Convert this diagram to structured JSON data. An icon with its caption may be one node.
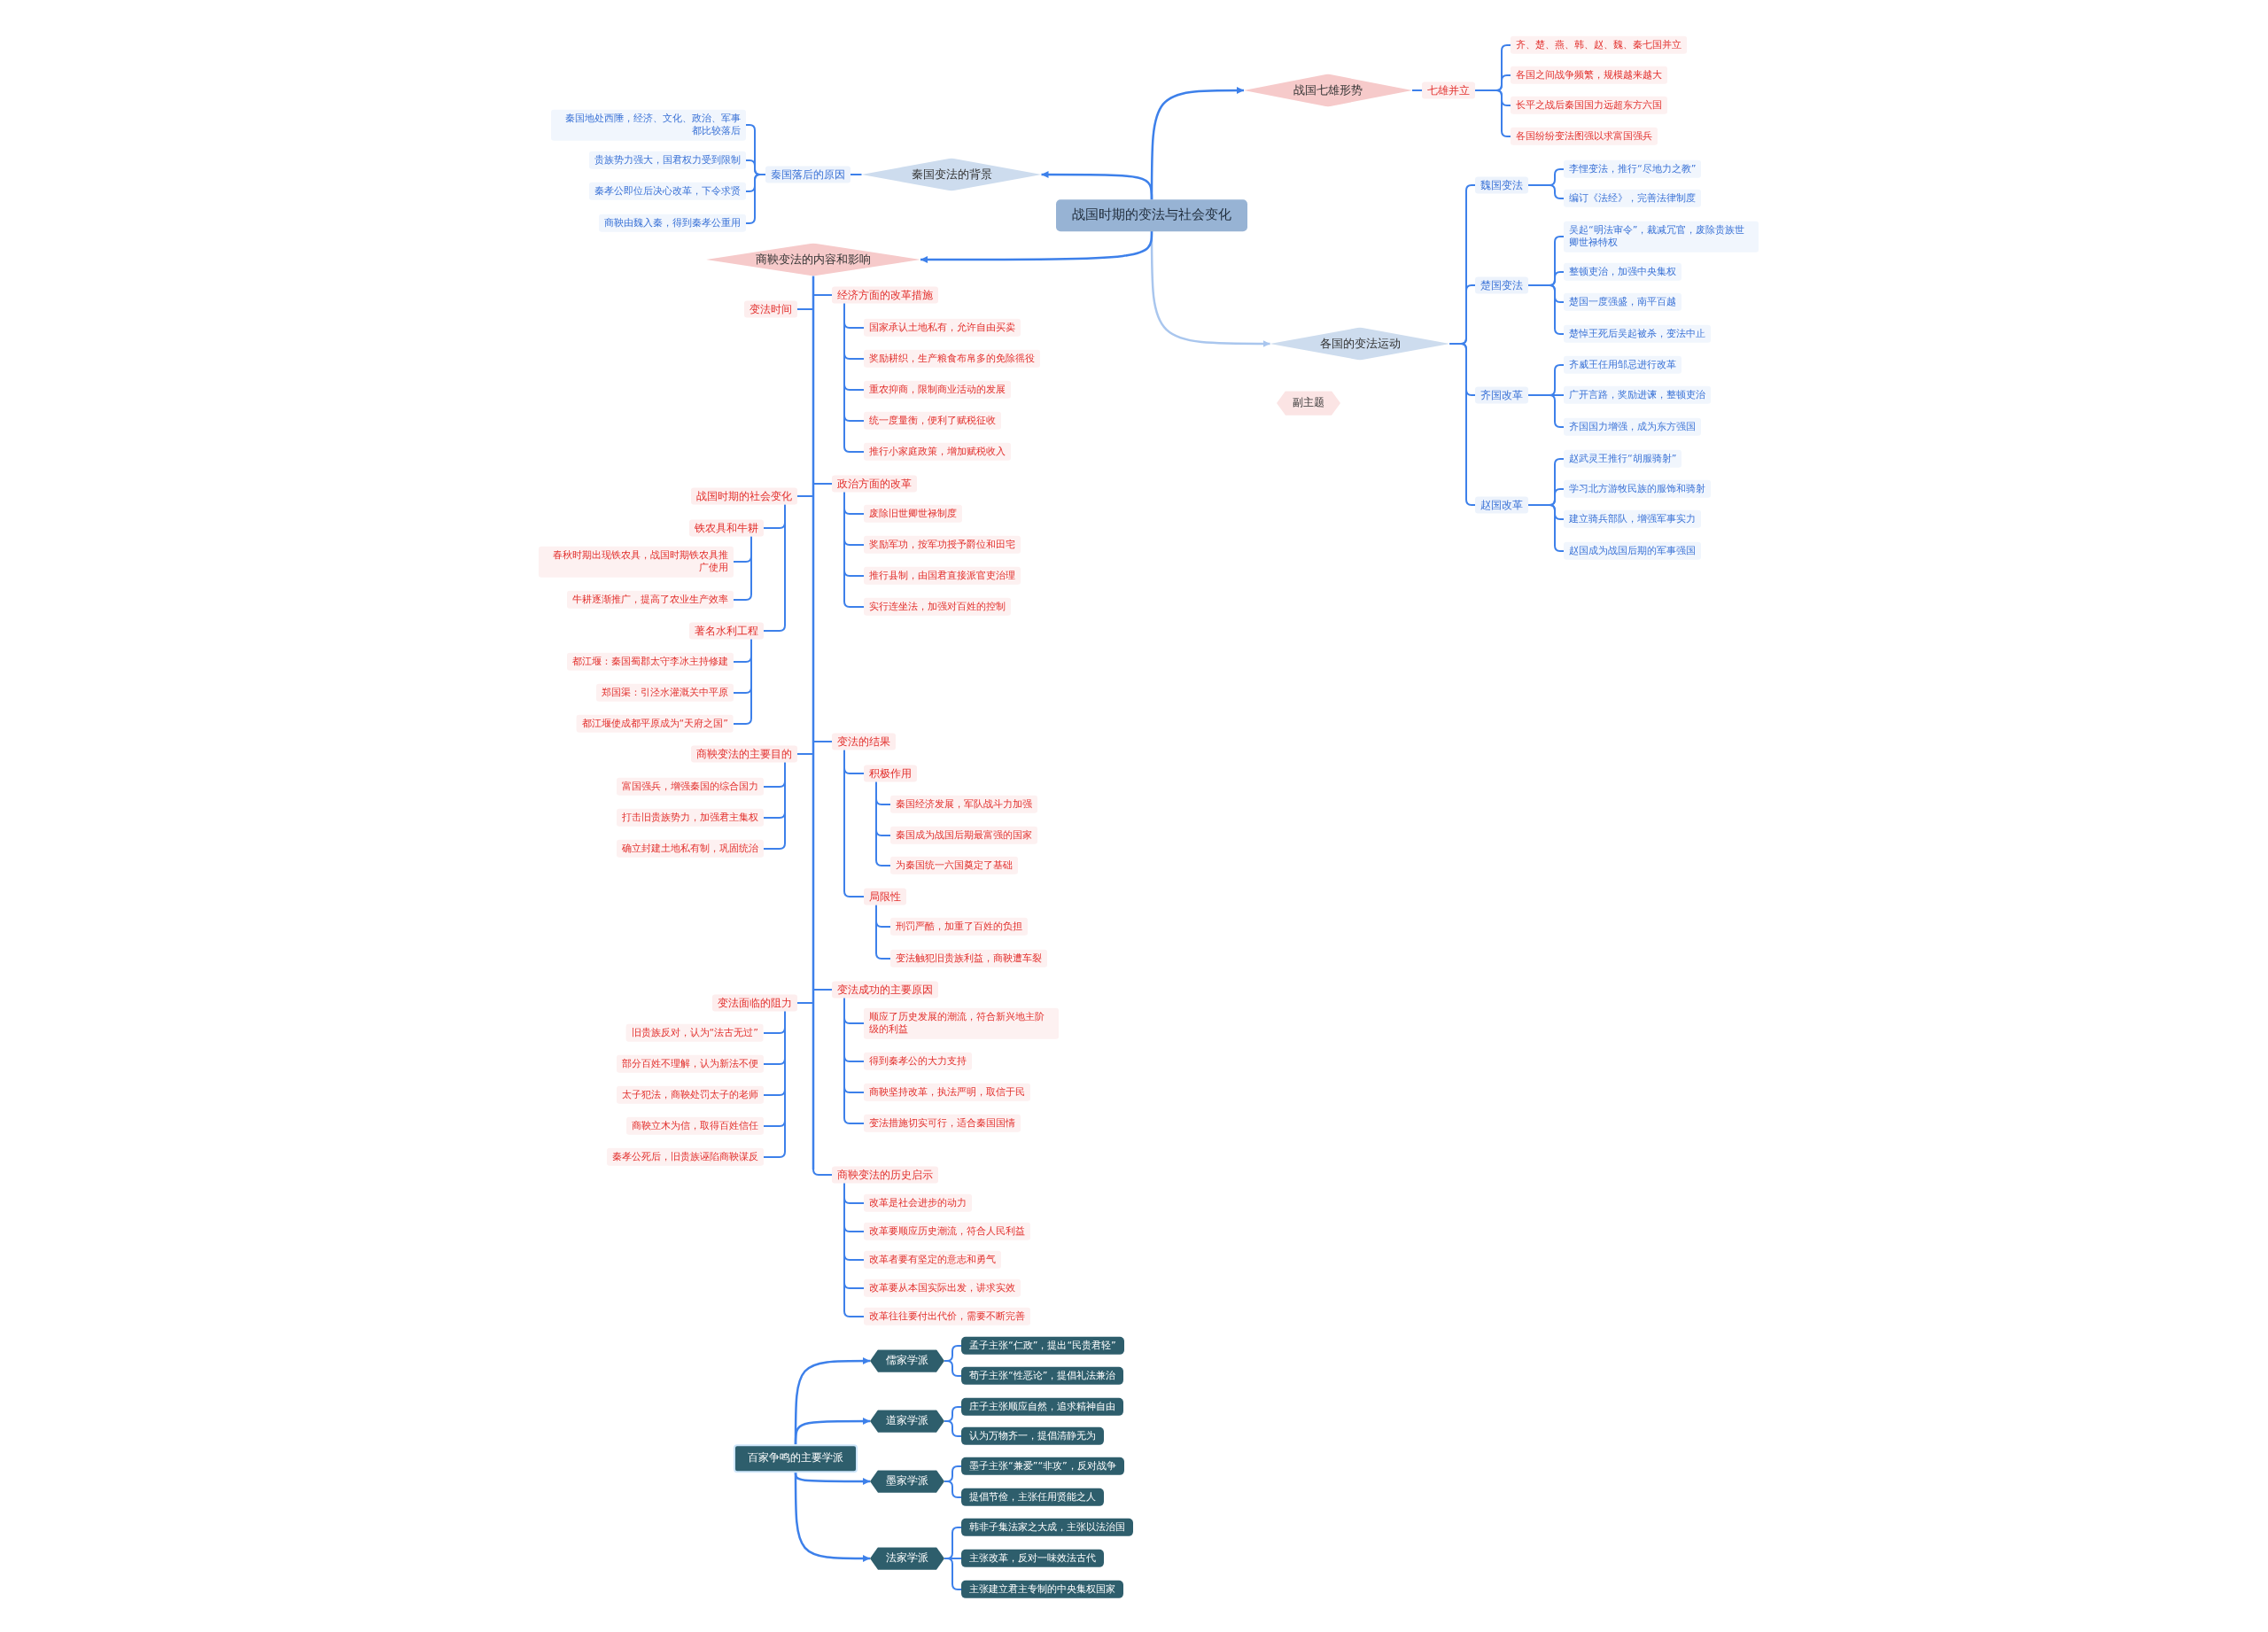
{
  "diagram": {
    "nodes": [
      {
        "text": [
          "战国时期的变法与社会变化"
        ]
      },
      {
        "text": [
          "战国七雄形势"
        ]
      },
      {
        "text": [
          "七雄并立"
        ]
      },
      {
        "text": [
          "齐、楚、燕、韩、赵、魏、秦七国并立"
        ]
      },
      {
        "text": [
          "各国之间战争频繁，规模越来越大"
        ]
      },
      {
        "text": [
          "长平之战后秦国国力远超东方六国"
        ]
      },
      {
        "text": [
          "各国纷纷变法图强以求富国强兵"
        ]
      },
      {
        "text": [
          "各国的变法运动"
        ]
      },
      {
        "text": [
          "魏国变法"
        ]
      },
      {
        "text": [
          "李悝变法，推行“尽地力之教”"
        ]
      },
      {
        "text": [
          "编订《法经》，完善法律制度"
        ]
      },
      {
        "text": [
          "楚国变法"
        ]
      },
      {
        "text": [
          "吴起“明法审令”，裁减冗官，废除贵族世卿世禄特权"
        ]
      },
      {
        "text": [
          "整顿吏治，加强中央集权"
        ]
      },
      {
        "text": [
          "楚国一度强盛，南平百越"
        ]
      },
      {
        "text": [
          "楚悼王死后吴起被杀，变法中止"
        ]
      },
      {
        "text": [
          "齐国改革"
        ]
      },
      {
        "text": [
          "齐威王任用邹忌进行改革"
        ]
      },
      {
        "text": [
          "广开言路，奖励进谏，整顿吏治"
        ]
      },
      {
        "text": [
          "齐国国力增强，成为东方强国"
        ]
      },
      {
        "text": [
          "赵国改革"
        ]
      },
      {
        "text": [
          "赵武灵王推行“胡服骑射”"
        ]
      },
      {
        "text": [
          "学习北方游牧民族的服饰和骑射"
        ]
      },
      {
        "text": [
          "建立骑兵部队，增强军事实力"
        ]
      },
      {
        "text": [
          "赵国成为战国后期的军事强国"
        ]
      },
      {
        "text": [
          "副主题"
        ]
      },
      {
        "text": [
          "秦国变法的背景"
        ]
      },
      {
        "text": [
          "秦国落后的原因"
        ]
      },
      {
        "text": [
          "秦国地处西陲，经济、文化、政治、军事都比较落后"
        ]
      },
      {
        "text": [
          "贵族势力强大，国君权力受到限制"
        ]
      },
      {
        "text": [
          "秦孝公即位后决心改革，下令求贤"
        ]
      },
      {
        "text": [
          "商鞅由魏入秦，得到秦孝公重用"
        ]
      },
      {
        "text": [
          "商鞅变法的内容和影响"
        ]
      },
      {
        "text": [
          "经济方面的改革措施"
        ]
      },
      {
        "text": [
          "国家承认土地私有，允许自由买卖"
        ]
      },
      {
        "text": [
          "奖励耕织，生产粮食布帛多的免除徭役"
        ]
      },
      {
        "text": [
          "重农抑商，限制商业活动的发展"
        ]
      },
      {
        "text": [
          "统一度量衡，便利了赋税征收"
        ]
      },
      {
        "text": [
          "推行小家庭政策，增加赋税收入"
        ]
      },
      {
        "text": [
          "变法时间"
        ]
      },
      {
        "text": [
          "政治方面的改革"
        ]
      },
      {
        "text": [
          "废除旧世卿世禄制度"
        ]
      },
      {
        "text": [
          "奖励军功，按军功授予爵位和田宅"
        ]
      },
      {
        "text": [
          "推行县制，由国君直接派官吏治理"
        ]
      },
      {
        "text": [
          "实行连坐法，加强对百姓的控制"
        ]
      },
      {
        "text": [
          "战国时期的社会变化"
        ]
      },
      {
        "text": [
          "铁农具和牛耕"
        ]
      },
      {
        "text": [
          "春秋时期出现铁农具，战国时期铁农具推广使用"
        ]
      },
      {
        "text": [
          "牛耕逐渐推广，提高了农业生产效率"
        ]
      },
      {
        "text": [
          "著名水利工程"
        ]
      },
      {
        "text": [
          "都江堰：秦国蜀郡太守李冰主持修建"
        ]
      },
      {
        "text": [
          "郑国渠：引泾水灌溉关中平原"
        ]
      },
      {
        "text": [
          "都江堰使成都平原成为“天府之国”"
        ]
      },
      {
        "text": [
          "变法的结果"
        ]
      },
      {
        "text": [
          "积极作用"
        ]
      },
      {
        "text": [
          "秦国经济发展，军队战斗力加强"
        ]
      },
      {
        "text": [
          "秦国成为战国后期最富强的国家"
        ]
      },
      {
        "text": [
          "为秦国统一六国奠定了基础"
        ]
      },
      {
        "text": [
          "局限性"
        ]
      },
      {
        "text": [
          "刑罚严酷，加重了百姓的负担"
        ]
      },
      {
        "text": [
          "变法触犯旧贵族利益，商鞅遭车裂"
        ]
      },
      {
        "text": [
          "商鞅变法的主要目的"
        ]
      },
      {
        "text": [
          "富国强兵，增强秦国的综合国力"
        ]
      },
      {
        "text": [
          "打击旧贵族势力，加强君主集权"
        ]
      },
      {
        "text": [
          "确立封建土地私有制，巩固统治"
        ]
      },
      {
        "text": [
          "变法成功的主要原因"
        ]
      },
      {
        "text": [
          "顺应了历史发展的潮流，符合新兴地主阶级的利益"
        ]
      },
      {
        "text": [
          "得到秦孝公的大力支持"
        ]
      },
      {
        "text": [
          "商鞅坚持改革，执法严明，取信于民"
        ]
      },
      {
        "text": [
          "变法措施切实可行，适合秦国国情"
        ]
      },
      {
        "text": [
          "变法面临的阻力"
        ]
      },
      {
        "text": [
          "旧贵族反对，认为“法古无过”"
        ]
      },
      {
        "text": [
          "部分百姓不理解，认为新法不便"
        ]
      },
      {
        "text": [
          "太子犯法，商鞅处罚太子的老师"
        ]
      },
      {
        "text": [
          "商鞅立木为信，取得百姓信任"
        ]
      },
      {
        "text": [
          "秦孝公死后，旧贵族诬陷商鞅谋反"
        ]
      },
      {
        "text": [
          "商鞅变法的历史启示"
        ]
      },
      {
        "text": [
          "改革是社会进步的动力"
        ]
      },
      {
        "text": [
          "改革要顺应历史潮流，符合人民利益"
        ]
      },
      {
        "text": [
          "改革者要有坚定的意志和勇气"
        ]
      },
      {
        "text": [
          "改革要从本国实际出发，讲求实效"
        ]
      },
      {
        "text": [
          "改革往往要付出代价，需要不断完善"
        ]
      },
      {
        "text": [
          "百家争鸣的主要学派"
        ]
      },
      {
        "text": [
          "儒家学派"
        ]
      },
      {
        "text": [
          "孟子主张“仁政”，提出“民贵君轻”"
        ]
      },
      {
        "text": [
          "荀子主张“性恶论”，提倡礼法兼治"
        ]
      },
      {
        "text": [
          "道家学派"
        ]
      },
      {
        "text": [
          "庄子主张顺应自然，追求精神自由"
        ]
      },
      {
        "text": [
          "认为万物齐一，提倡清静无为"
        ]
      },
      {
        "text": [
          "墨家学派"
        ]
      },
      {
        "text": [
          "墨子主张“兼爱”“非攻”，反对战争"
        ]
      },
      {
        "text": [
          "提倡节俭，主张任用贤能之人"
        ]
      },
      {
        "text": [
          "法家学派"
        ]
      },
      {
        "text": [
          "韩非子集法家之大成，主张以法治国"
        ]
      },
      {
        "text": [
          "主张改革，反对一味效法古代"
        ]
      },
      {
        "text": [
          "主张建立君主专制的中央集权国家"
        ]
      }
    ],
    "edges": [
      {
        "from": 0,
        "to": 1,
        "arrow": "to"
      },
      {
        "from": 0,
        "to": 7,
        "arrow": "to",
        "color": "#a9c6ee"
      },
      {
        "from": 0,
        "to": 26,
        "arrow": "to"
      },
      {
        "from": 0,
        "to": 32,
        "arrow": "to"
      },
      {
        "from": 1,
        "to": 2,
        "arrow": "none"
      },
      {
        "from": 2,
        "to": 3,
        "arrow": "none"
      },
      {
        "from": 2,
        "to": 4,
        "arrow": "none"
      },
      {
        "from": 2,
        "to": 5,
        "arrow": "none"
      },
      {
        "from": 2,
        "to": 6,
        "arrow": "none"
      },
      {
        "from": 7,
        "to": 8,
        "arrow": "none"
      },
      {
        "from": 7,
        "to": 11,
        "arrow": "none"
      },
      {
        "from": 7,
        "to": 16,
        "arrow": "none"
      },
      {
        "from": 7,
        "to": 20,
        "arrow": "none"
      },
      {
        "from": 8,
        "to": 9,
        "arrow": "none"
      },
      {
        "from": 8,
        "to": 10,
        "arrow": "none"
      },
      {
        "from": 11,
        "to": 12,
        "arrow": "none"
      },
      {
        "from": 11,
        "to": 13,
        "arrow": "none"
      },
      {
        "from": 11,
        "to": 14,
        "arrow": "none"
      },
      {
        "from": 11,
        "to": 15,
        "arrow": "none"
      },
      {
        "from": 16,
        "to": 17,
        "arrow": "none"
      },
      {
        "from": 16,
        "to": 18,
        "arrow": "none"
      },
      {
        "from": 16,
        "to": 19,
        "arrow": "none"
      },
      {
        "from": 20,
        "to": 21,
        "arrow": "none"
      },
      {
        "from": 20,
        "to": 22,
        "arrow": "none"
      },
      {
        "from": 20,
        "to": 23,
        "arrow": "none"
      },
      {
        "from": 20,
        "to": 24,
        "arrow": "none"
      },
      {
        "from": 26,
        "to": 27,
        "arrow": "none"
      },
      {
        "from": 27,
        "to": 28,
        "arrow": "none"
      },
      {
        "from": 27,
        "to": 29,
        "arrow": "none"
      },
      {
        "from": 27,
        "to": 30,
        "arrow": "none"
      },
      {
        "from": 27,
        "to": 31,
        "arrow": "none"
      },
      {
        "from": 32,
        "to": 33,
        "arrow": "none"
      },
      {
        "from": 32,
        "to": 39,
        "arrow": "none"
      },
      {
        "from": 32,
        "to": 40,
        "arrow": "none"
      },
      {
        "from": 32,
        "to": 45,
        "arrow": "none"
      },
      {
        "from": 32,
        "to": 53,
        "arrow": "none"
      },
      {
        "from": 32,
        "to": 61,
        "arrow": "none"
      },
      {
        "from": 32,
        "to": 65,
        "arrow": "none"
      },
      {
        "from": 32,
        "to": 70,
        "arrow": "none"
      },
      {
        "from": 32,
        "to": 76,
        "arrow": "none"
      },
      {
        "from": 33,
        "to": 34,
        "arrow": "none"
      },
      {
        "from": 33,
        "to": 35,
        "arrow": "none"
      },
      {
        "from": 33,
        "to": 36,
        "arrow": "none"
      },
      {
        "from": 33,
        "to": 37,
        "arrow": "none"
      },
      {
        "from": 33,
        "to": 38,
        "arrow": "none"
      },
      {
        "from": 40,
        "to": 41,
        "arrow": "none"
      },
      {
        "from": 40,
        "to": 42,
        "arrow": "none"
      },
      {
        "from": 40,
        "to": 43,
        "arrow": "none"
      },
      {
        "from": 40,
        "to": 44,
        "arrow": "none"
      },
      {
        "from": 45,
        "to": 46,
        "arrow": "none"
      },
      {
        "from": 45,
        "to": 49,
        "arrow": "none"
      },
      {
        "from": 46,
        "to": 47,
        "arrow": "none"
      },
      {
        "from": 46,
        "to": 48,
        "arrow": "none"
      },
      {
        "from": 49,
        "to": 50,
        "arrow": "none"
      },
      {
        "from": 49,
        "to": 51,
        "arrow": "none"
      },
      {
        "from": 49,
        "to": 52,
        "arrow": "none"
      },
      {
        "from": 53,
        "to": 54,
        "arrow": "none"
      },
      {
        "from": 53,
        "to": 58,
        "arrow": "none"
      },
      {
        "from": 54,
        "to": 55,
        "arrow": "none"
      },
      {
        "from": 54,
        "to": 56,
        "arrow": "none"
      },
      {
        "from": 54,
        "to": 57,
        "arrow": "none"
      },
      {
        "from": 58,
        "to": 59,
        "arrow": "none"
      },
      {
        "from": 58,
        "to": 60,
        "arrow": "none"
      },
      {
        "from": 61,
        "to": 62,
        "arrow": "none"
      },
      {
        "from": 61,
        "to": 63,
        "arrow": "none"
      },
      {
        "from": 61,
        "to": 64,
        "arrow": "none"
      },
      {
        "from": 65,
        "to": 66,
        "arrow": "none"
      },
      {
        "from": 65,
        "to": 67,
        "arrow": "none"
      },
      {
        "from": 65,
        "to": 68,
        "arrow": "none"
      },
      {
        "from": 65,
        "to": 69,
        "arrow": "none"
      },
      {
        "from": 70,
        "to": 71,
        "arrow": "none"
      },
      {
        "from": 70,
        "to": 72,
        "arrow": "none"
      },
      {
        "from": 70,
        "to": 73,
        "arrow": "none"
      },
      {
        "from": 70,
        "to": 74,
        "arrow": "none"
      },
      {
        "from": 70,
        "to": 75,
        "arrow": "none"
      },
      {
        "from": 76,
        "to": 77,
        "arrow": "none"
      },
      {
        "from": 76,
        "to": 78,
        "arrow": "none"
      },
      {
        "from": 76,
        "to": 79,
        "arrow": "none"
      },
      {
        "from": 76,
        "to": 80,
        "arrow": "none"
      },
      {
        "from": 76,
        "to": 81,
        "arrow": "none"
      },
      {
        "from": 82,
        "to": 83,
        "arrow": "to"
      },
      {
        "from": 82,
        "to": 86,
        "arrow": "to"
      },
      {
        "from": 82,
        "to": 89,
        "arrow": "to"
      },
      {
        "from": 82,
        "to": 92,
        "arrow": "to"
      },
      {
        "from": 83,
        "to": 84,
        "arrow": "none"
      },
      {
        "from": 83,
        "to": 85,
        "arrow": "none"
      },
      {
        "from": 86,
        "to": 87,
        "arrow": "none"
      },
      {
        "from": 86,
        "to": 88,
        "arrow": "none"
      },
      {
        "from": 89,
        "to": 90,
        "arrow": "none"
      },
      {
        "from": 89,
        "to": 91,
        "arrow": "none"
      },
      {
        "from": 92,
        "to": 93,
        "arrow": "none"
      },
      {
        "from": 92,
        "to": 94,
        "arrow": "none"
      },
      {
        "from": 92,
        "to": 95,
        "arrow": "none"
      }
    ]
  }
}
